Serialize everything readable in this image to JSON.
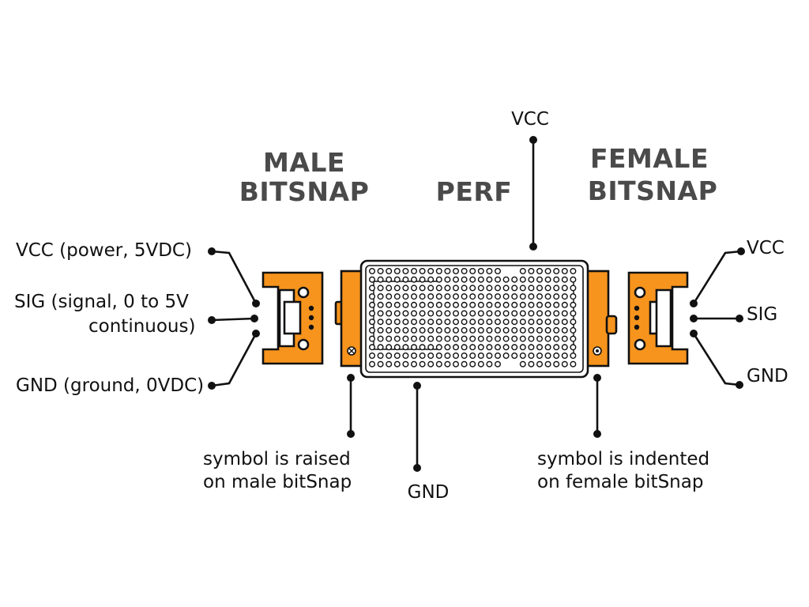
{
  "colors": {
    "accent": "#f7941d",
    "title": "#4a4a4a",
    "ink": "#111111",
    "background": "#ffffff"
  },
  "headings": {
    "male": [
      "MALE",
      "BITSNAP"
    ],
    "perf": "PERF",
    "female": [
      "FEMALE",
      "BITSNAP"
    ]
  },
  "left_labels": {
    "vcc": "VCC (power, 5VDC)",
    "sig_line1": "SIG (signal, 0 to 5V",
    "sig_line2": "continuous)",
    "gnd": "GND (ground, 0VDC)"
  },
  "right_labels": {
    "vcc": "VCC",
    "sig": "SIG",
    "gnd": "GND"
  },
  "center_labels": {
    "vcc": "VCC",
    "gnd": "GND"
  },
  "notes": {
    "male_line1": "symbol is raised",
    "male_line2": "on male bitSnap",
    "female_line1": "symbol is indented",
    "female_line2": "on female bitSnap"
  },
  "icons": {
    "male_symbol": "circle-x-icon",
    "female_symbol": "circle-dot-icon"
  }
}
